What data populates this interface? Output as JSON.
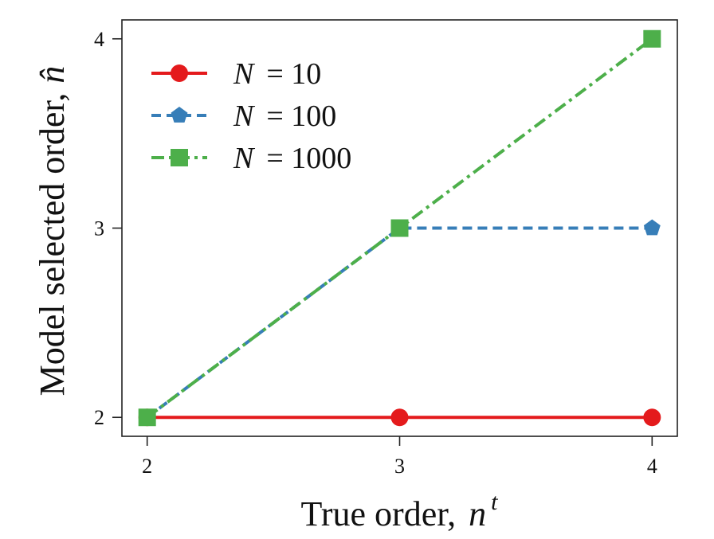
{
  "chart_data": {
    "type": "line",
    "xlabel": "True order,",
    "xlabel_symbol": "n",
    "xlabel_symbol_sup": "t",
    "ylabel": "Model selected order,",
    "ylabel_symbol": "n̂",
    "x": [
      2,
      3,
      4
    ],
    "xticks": [
      "2",
      "3",
      "4"
    ],
    "yticks": [
      "2",
      "3",
      "4"
    ],
    "xlim": [
      1.9,
      4.1
    ],
    "ylim": [
      1.9,
      4.1
    ],
    "legend_position": "top-left",
    "grid": false,
    "series": [
      {
        "name": "N = 10",
        "name_var": "N",
        "name_rest": "= 10",
        "values": [
          2,
          2,
          2
        ],
        "color": "#e41a1c",
        "line": "solid",
        "marker": "circle"
      },
      {
        "name": "N = 100",
        "name_var": "N",
        "name_rest": "= 100",
        "values": [
          2,
          3,
          3
        ],
        "color": "#377eb8",
        "line": "dashed",
        "marker": "pentagon"
      },
      {
        "name": "N = 1000",
        "name_var": "N",
        "name_rest": "= 1000",
        "values": [
          2,
          3,
          4
        ],
        "color": "#4daf4a",
        "line": "dashdot",
        "marker": "square"
      }
    ]
  }
}
